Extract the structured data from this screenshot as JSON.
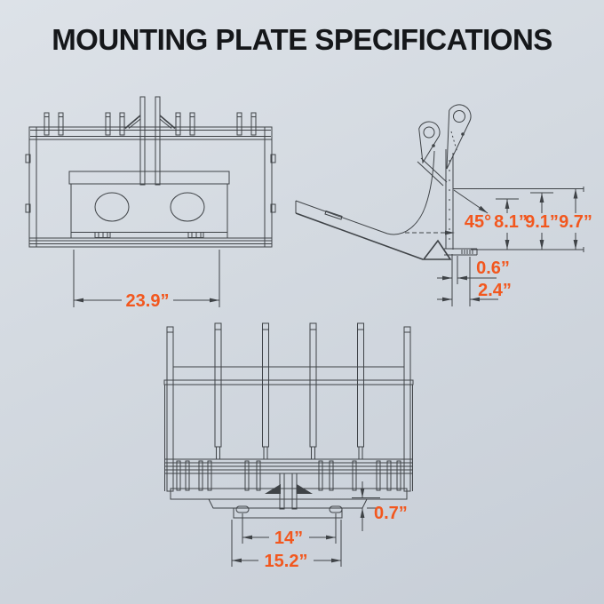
{
  "title": "MOUNTING PLATE SPECIFICATIONS",
  "colors": {
    "accent": "#f2571e",
    "line": "#3f4347",
    "bg1": "#dde2e8",
    "bg2": "#c7ced7"
  },
  "dims": {
    "front_width": "23.9”",
    "angle": "45°",
    "h1": "8.1”",
    "h2": "9.1”",
    "h3": "9.7”",
    "offset1": "0.6”",
    "offset2": "2.4”",
    "plate_thickness": "0.7”",
    "hole_spacing": "14”",
    "plate_width": "15.2”"
  }
}
